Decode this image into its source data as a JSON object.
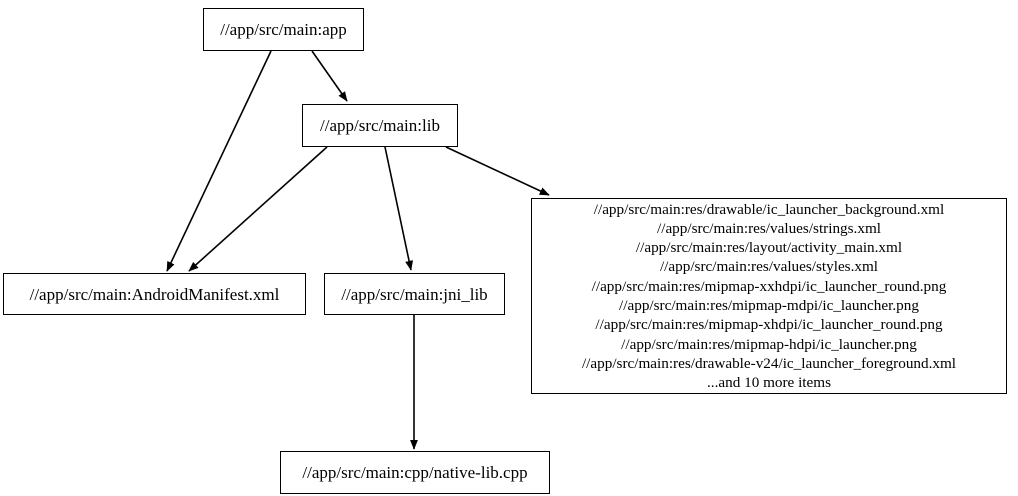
{
  "graph": {
    "type": "directed-dependency-graph",
    "nodes": [
      {
        "id": "app",
        "label": "//app/src/main:app"
      },
      {
        "id": "lib",
        "label": "//app/src/main:lib"
      },
      {
        "id": "manifest",
        "label": "//app/src/main:AndroidManifest.xml"
      },
      {
        "id": "jni_lib",
        "label": "//app/src/main:jni_lib"
      },
      {
        "id": "res",
        "label": "//app/src/main:res/drawable/ic_launcher_background.xml\n//app/src/main:res/values/strings.xml\n//app/src/main:res/layout/activity_main.xml\n//app/src/main:res/values/styles.xml\n//app/src/main:res/mipmap-xxhdpi/ic_launcher_round.png\n//app/src/main:res/mipmap-mdpi/ic_launcher.png\n//app/src/main:res/mipmap-xhdpi/ic_launcher_round.png\n//app/src/main:res/mipmap-hdpi/ic_launcher.png\n//app/src/main:res/drawable-v24/ic_launcher_foreground.xml\n...and 10 more items"
      },
      {
        "id": "cpp",
        "label": "//app/src/main:cpp/native-lib.cpp"
      }
    ],
    "edges": [
      {
        "from": "app",
        "to": "manifest"
      },
      {
        "from": "app",
        "to": "lib"
      },
      {
        "from": "lib",
        "to": "manifest"
      },
      {
        "from": "lib",
        "to": "jni_lib"
      },
      {
        "from": "lib",
        "to": "res"
      },
      {
        "from": "jni_lib",
        "to": "cpp"
      }
    ],
    "style": {
      "background_color": "#ffffff",
      "node_border_color": "#000000",
      "node_fill_color": "#ffffff",
      "edge_color": "#000000",
      "text_color": "#000000"
    }
  }
}
